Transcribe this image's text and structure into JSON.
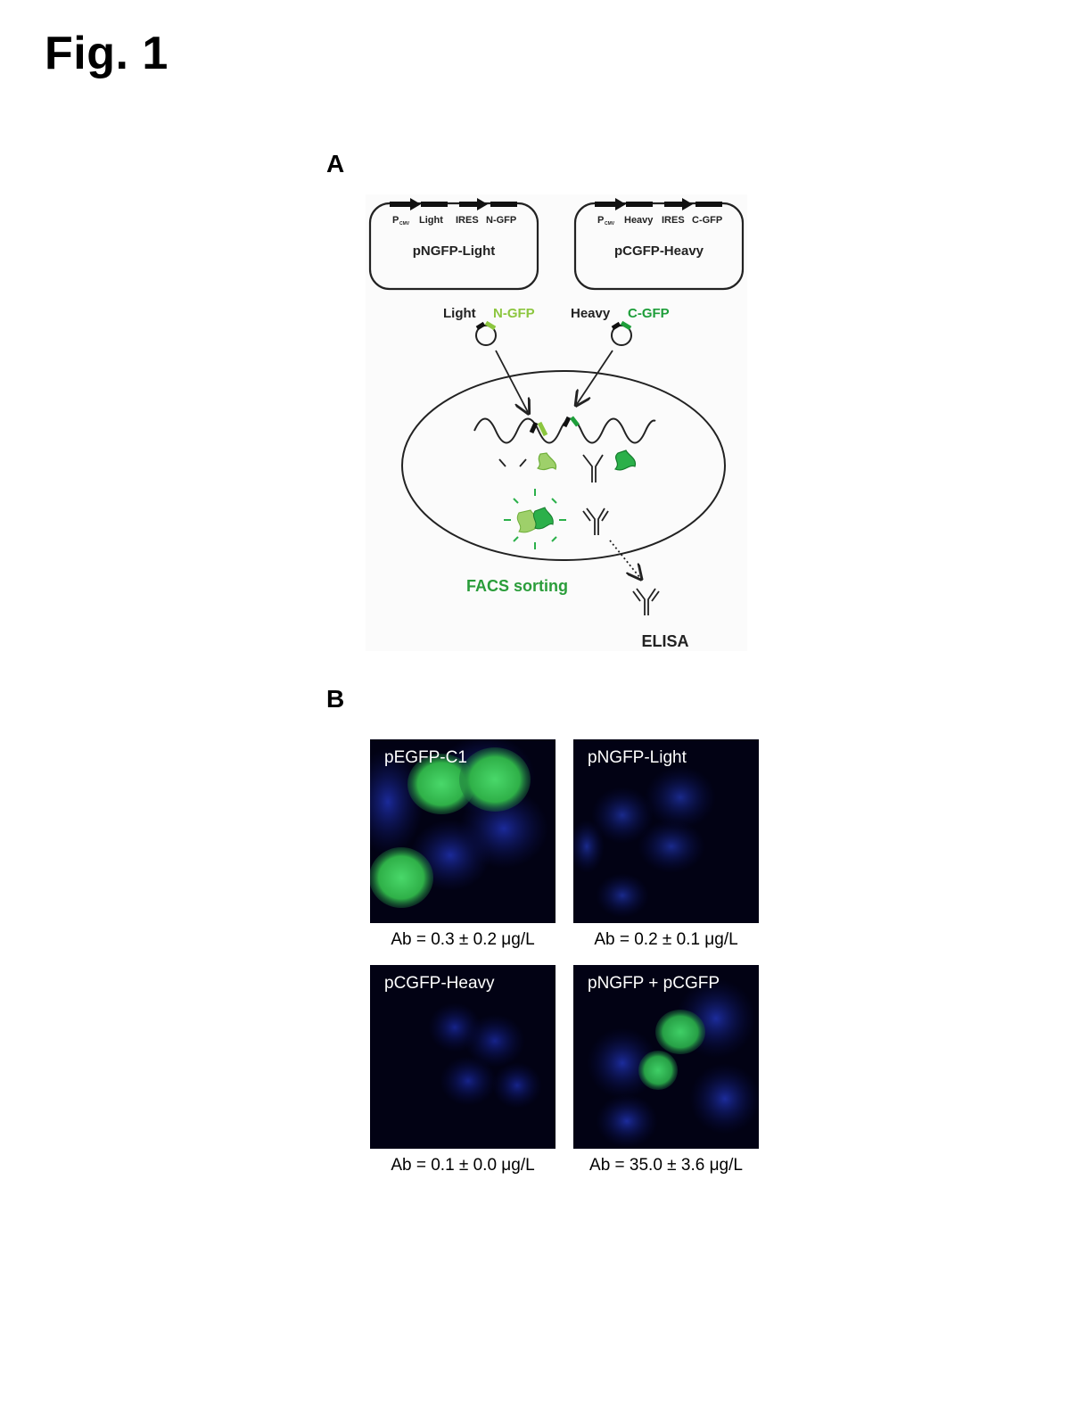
{
  "figure_label": "Fig. 1",
  "panel_a": {
    "letter": "A",
    "plasmids": [
      {
        "name": "pNGFP-Light",
        "promoter": "P",
        "promoter_sub": "CMV",
        "elements": [
          "Light",
          "IRES",
          "N-GFP"
        ]
      },
      {
        "name": "pCGFP-Heavy",
        "promoter": "P",
        "promoter_sub": "CMV",
        "elements": [
          "Heavy",
          "IRES",
          "C-GFP"
        ]
      }
    ],
    "fragments": [
      {
        "chain": "Light",
        "tag": "N-GFP",
        "tag_color": "#8cc63f"
      },
      {
        "chain": "Heavy",
        "tag": "C-GFP",
        "tag_color": "#1e9e3a"
      }
    ],
    "facs_label": "FACS sorting",
    "elisa_label": "ELISA",
    "colors": {
      "light_green": "#8cc63f",
      "dark_green": "#1e9e3a",
      "label_green": "#2a9d3a"
    }
  },
  "panel_b": {
    "letter": "B",
    "images": [
      {
        "label": "pEGFP-C1",
        "caption": "Ab = 0.3 ± 0.2 μg/L"
      },
      {
        "label": "pNGFP-Light",
        "caption": "Ab = 0.2 ± 0.1 μg/L"
      },
      {
        "label": "pCGFP-Heavy",
        "caption": "Ab = 0.1 ± 0.0 μg/L"
      },
      {
        "label": "pNGFP + pCGFP",
        "caption": "Ab = 35.0 ± 3.6 μg/L"
      }
    ]
  }
}
